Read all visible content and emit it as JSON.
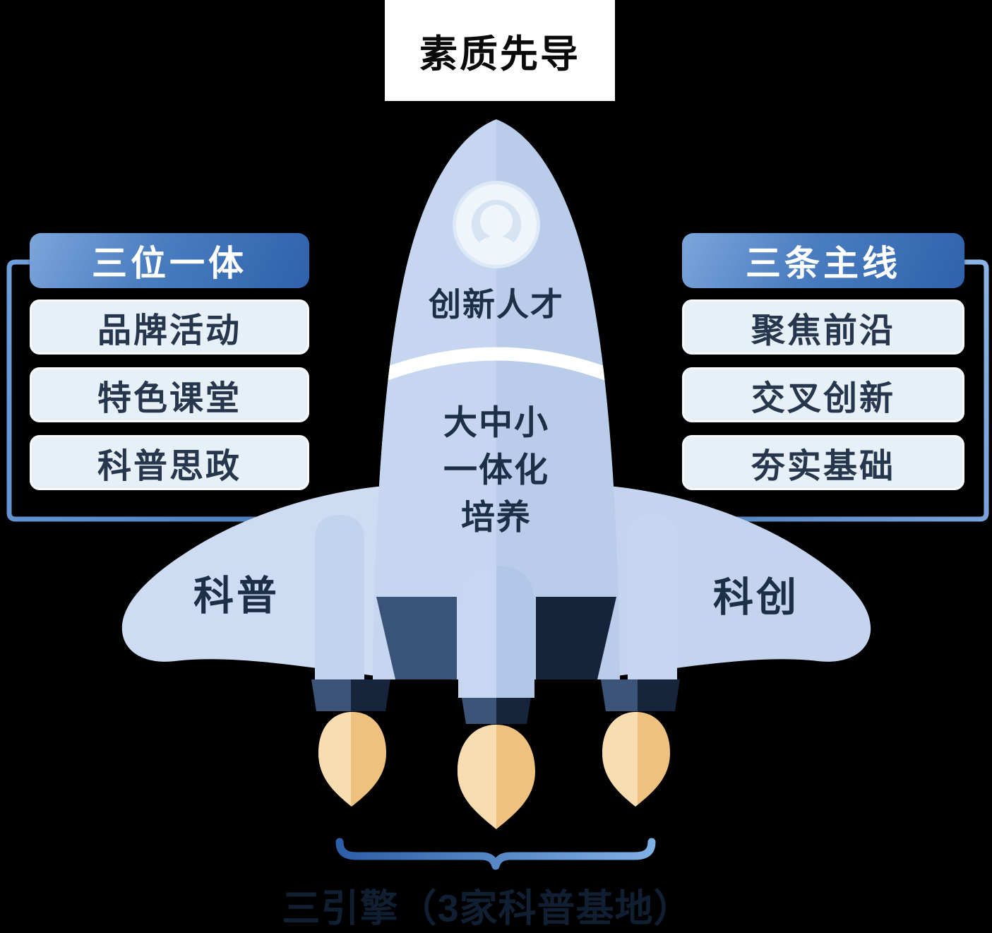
{
  "top_banner": {
    "title": "素质先导"
  },
  "left_panel": {
    "header": "三位一体",
    "items": [
      "品牌活动",
      "特色课堂",
      "科普思政"
    ]
  },
  "right_panel": {
    "header": "三条主线",
    "items": [
      "聚焦前沿",
      "交叉创新",
      "夯实基础"
    ]
  },
  "rocket": {
    "nose_label": "创新人才",
    "body_lines": [
      "大中小",
      "一体化",
      "培养"
    ],
    "left_wing_label": "科普",
    "right_wing_label": "科创",
    "avatar_icon": "user-avatar-icon"
  },
  "bottom": {
    "label": "三引擎（3家科普基地）"
  },
  "colors": {
    "header_gradient_start": "#7ca6db",
    "header_gradient_end": "#2f62ab",
    "panel_box_bg": "#e8f0f7",
    "panel_text": "#26374d",
    "body_left": "#c6d6f0",
    "body_right": "#b9cce9",
    "wing_left": "#cedcf3",
    "wing_right": "#c5d4ee",
    "engine_navy_light": "#3b5478",
    "engine_navy_dark": "#16243c",
    "flame_left": "#f8ddb0",
    "flame_right": "#eec17f",
    "bracket_blue": "#4a7ab8",
    "background": "#000000",
    "title_text": "#0b0b0b"
  }
}
